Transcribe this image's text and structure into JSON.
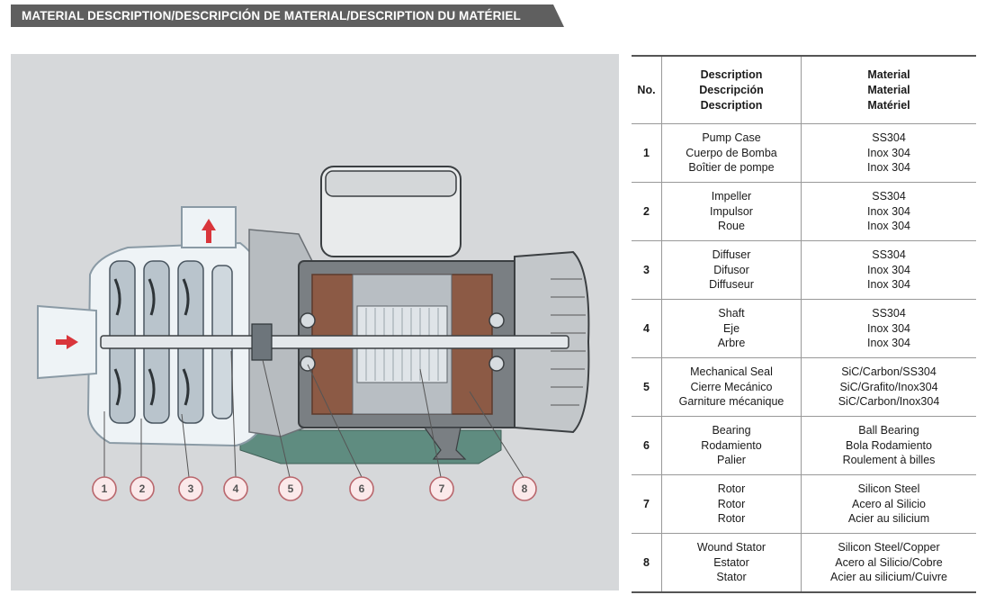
{
  "header": {
    "title": "MATERIAL DESCRIPTION/DESCRIPCIÓN DE MATERIAL/DESCRIPTION DU MATÉRIEL"
  },
  "table": {
    "headers": {
      "no": "No.",
      "description": [
        "Description",
        "Descripción",
        "Description"
      ],
      "material": [
        "Material",
        "Material",
        "Matériel"
      ]
    },
    "rows": [
      {
        "no": "1",
        "description": [
          "Pump Case",
          "Cuerpo de Bomba",
          "Boîtier de pompe"
        ],
        "material": [
          "SS304",
          "Inox 304",
          "Inox 304"
        ]
      },
      {
        "no": "2",
        "description": [
          "Impeller",
          "Impulsor",
          "Roue"
        ],
        "material": [
          "SS304",
          "Inox 304",
          "Inox 304"
        ]
      },
      {
        "no": "3",
        "description": [
          "Diffuser",
          "Difusor",
          "Diffuseur"
        ],
        "material": [
          "SS304",
          "Inox 304",
          "Inox 304"
        ]
      },
      {
        "no": "4",
        "description": [
          "Shaft",
          "Eje",
          "Arbre"
        ],
        "material": [
          "SS304",
          "Inox 304",
          "Inox 304"
        ]
      },
      {
        "no": "5",
        "description": [
          "Mechanical Seal",
          "Cierre Mecánico",
          "Garniture mécanique"
        ],
        "material": [
          "SiC/Carbon/SS304",
          "SiC/Grafito/Inox304",
          "SiC/Carbon/Inox304"
        ]
      },
      {
        "no": "6",
        "description": [
          "Bearing",
          "Rodamiento",
          "Palier"
        ],
        "material": [
          "Ball Bearing",
          "Bola Rodamiento",
          "Roulement à billes"
        ]
      },
      {
        "no": "7",
        "description": [
          "Rotor",
          "Rotor",
          "Rotor"
        ],
        "material": [
          "Silicon Steel",
          "Acero al Silicio",
          "Acier au silicium"
        ]
      },
      {
        "no": "8",
        "description": [
          "Wound Stator",
          "Estator",
          "Stator"
        ],
        "material": [
          "Silicon Steel/Copper",
          "Acero al Silicio/Cobre",
          "Acier au silicium/Cuivre"
        ]
      }
    ]
  },
  "diagram": {
    "callouts": [
      "1",
      "2",
      "3",
      "4",
      "5",
      "6",
      "7",
      "8"
    ],
    "colors": {
      "panel": "#d6d8da",
      "casing": "#eef3f6",
      "accent_red": "#d9353b",
      "motor_dark": "#3b3f42",
      "base_green": "#5f8c80"
    }
  }
}
